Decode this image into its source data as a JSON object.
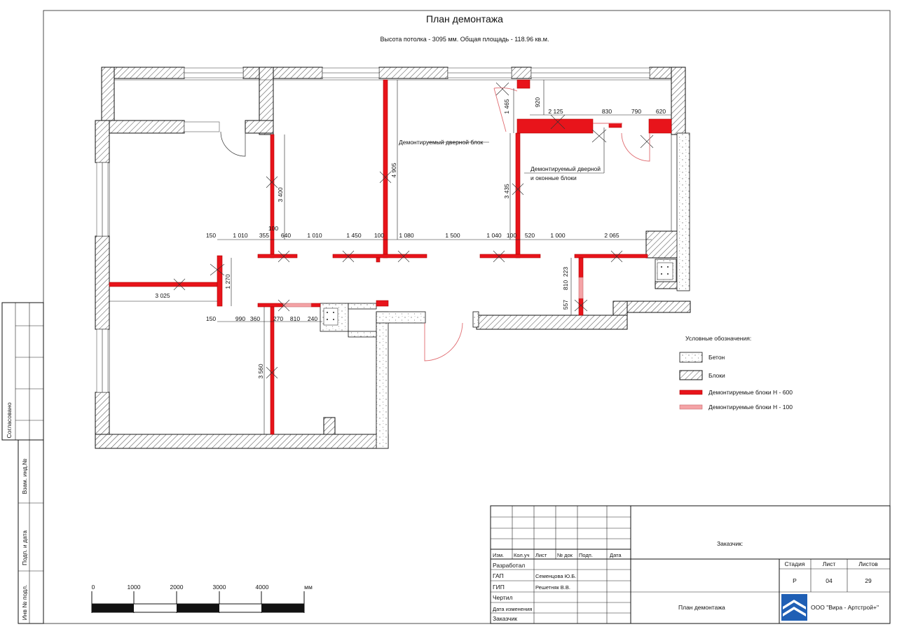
{
  "title": "План демонтажа",
  "subtitle": "Высота потолка - 3095 мм. Общая площадь - 118.96 кв.м.",
  "annotations": {
    "door_block": "Демонтируемый дверной блок",
    "door_window_line1": "Демонтируемый дверной",
    "door_window_line2": "и оконные блоки"
  },
  "dimensions": {
    "h_top": [
      "150",
      "1 010",
      "355",
      "100",
      "640",
      "1 010",
      "1 450",
      "100",
      "1 080",
      "1 500",
      "1 040",
      "100",
      "520",
      "1 000",
      "2 065"
    ],
    "h_mid": [
      "150",
      "990",
      "360",
      "270",
      "810",
      "240"
    ],
    "h_upper_right": [
      "2 125",
      "830",
      "790",
      "620"
    ],
    "v_labels": [
      "3 400",
      "4 905",
      "3 435",
      "1 465",
      "920",
      "1 270",
      "3 025",
      "3 560",
      "223",
      "810",
      "557"
    ]
  },
  "legend": {
    "title": "Условные обозначения:",
    "items": [
      {
        "key": "concrete",
        "label": "Бетон"
      },
      {
        "key": "blocks",
        "label": "Блоки"
      },
      {
        "key": "demo600",
        "label": "Демонтируемые блоки Н - 600",
        "color": "#e8141b"
      },
      {
        "key": "demo100",
        "label": "Демонтируемые блоки Н - 100",
        "color": "#f4a3a6"
      }
    ]
  },
  "scale_bar": {
    "ticks": [
      "0",
      "1000",
      "2000",
      "3000",
      "4000"
    ],
    "unit": "мм"
  },
  "side_stamp": {
    "labels": [
      "Согласовано",
      "Взам. инд.№",
      "Подп. и дата",
      "Инв № подл."
    ]
  },
  "title_block": {
    "headers": [
      "Изм.",
      "Кол.уч",
      "Лист",
      "№ док",
      "Подп.",
      "Дата"
    ],
    "roles": [
      "Разработал",
      "ГАП",
      "ГИП",
      "Чертил",
      "Дата изменения",
      "Заказчик"
    ],
    "people": {
      "gap": "Семенцова Ю.Б.",
      "gip": "Решетняк В.В."
    },
    "customer_label": "Заказчик:",
    "sheet_name": "План демонтажа",
    "stage_header": "Стадия",
    "sheet_header": "Лист",
    "sheets_header": "Листов",
    "stage": "Р",
    "sheet": "04",
    "sheets": "29",
    "company": "ООО \"Вира - Артстрой+\""
  }
}
